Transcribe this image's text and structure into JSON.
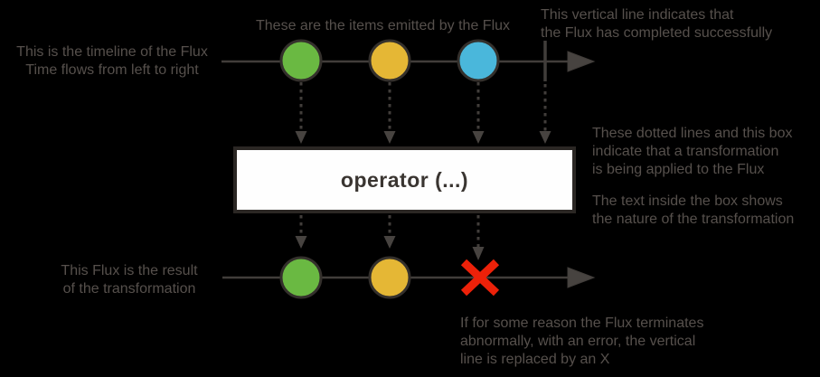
{
  "colors": {
    "background": "#000000",
    "annotation_text": "#56504c",
    "line": "#413d3a",
    "arrow": "#474340",
    "marble_stroke": "#34302c",
    "marble_green": "#6ab942",
    "marble_yellow": "#e5b735",
    "marble_blue": "#4ab7db",
    "error_red": "#ec2109",
    "operator_box_bg": "#fefefe",
    "operator_box_border": "#2b2724",
    "operator_text": "#3a3531"
  },
  "operator": {
    "label": "operator (...)"
  },
  "annotations": {
    "timeline": "This is the timeline of the Flux\nTime flows from left to right",
    "items": "These are the items emitted by the Flux",
    "completion": "This vertical line indicates that\nthe Flux has completed successfully",
    "transformation": "These dotted lines and this box\nindicate that a transformation\nis being applied to the Flux",
    "box_text": "The text inside the box shows\nthe nature of the transformation",
    "result": "This Flux is the result\nof the transformation",
    "error": "If for some reason the Flux terminates\nabnormally, with an error, the vertical\nline is replaced by an X"
  },
  "marbles": {
    "source_sequence": [
      "green",
      "yellow",
      "blue"
    ],
    "result_sequence": [
      "green",
      "yellow"
    ],
    "source_terminal": "complete",
    "result_terminal": "error"
  }
}
